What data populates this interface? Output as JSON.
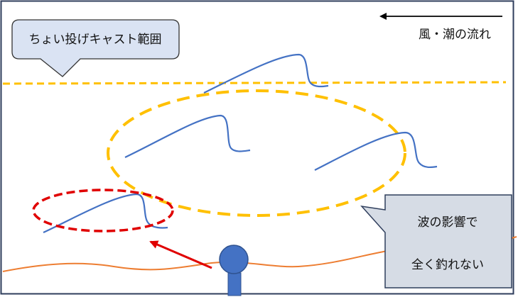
{
  "callout_cast_range": {
    "label": "ちょい投げキャスト範囲"
  },
  "wind_current": {
    "label": "風・潮の流れ"
  },
  "callout_wave_effect": {
    "line1": "波の影響で",
    "line2": "全く釣れない"
  },
  "colors": {
    "frame": "#2f3e5c",
    "callout_top_fill": "#dae3f3",
    "callout_bottom_fill": "#d6dce5",
    "cast_range": "#ffc000",
    "waves": "#4472c4",
    "shore": "#ed7d31",
    "highlight": "#e00000",
    "angler": "#4472c4"
  }
}
